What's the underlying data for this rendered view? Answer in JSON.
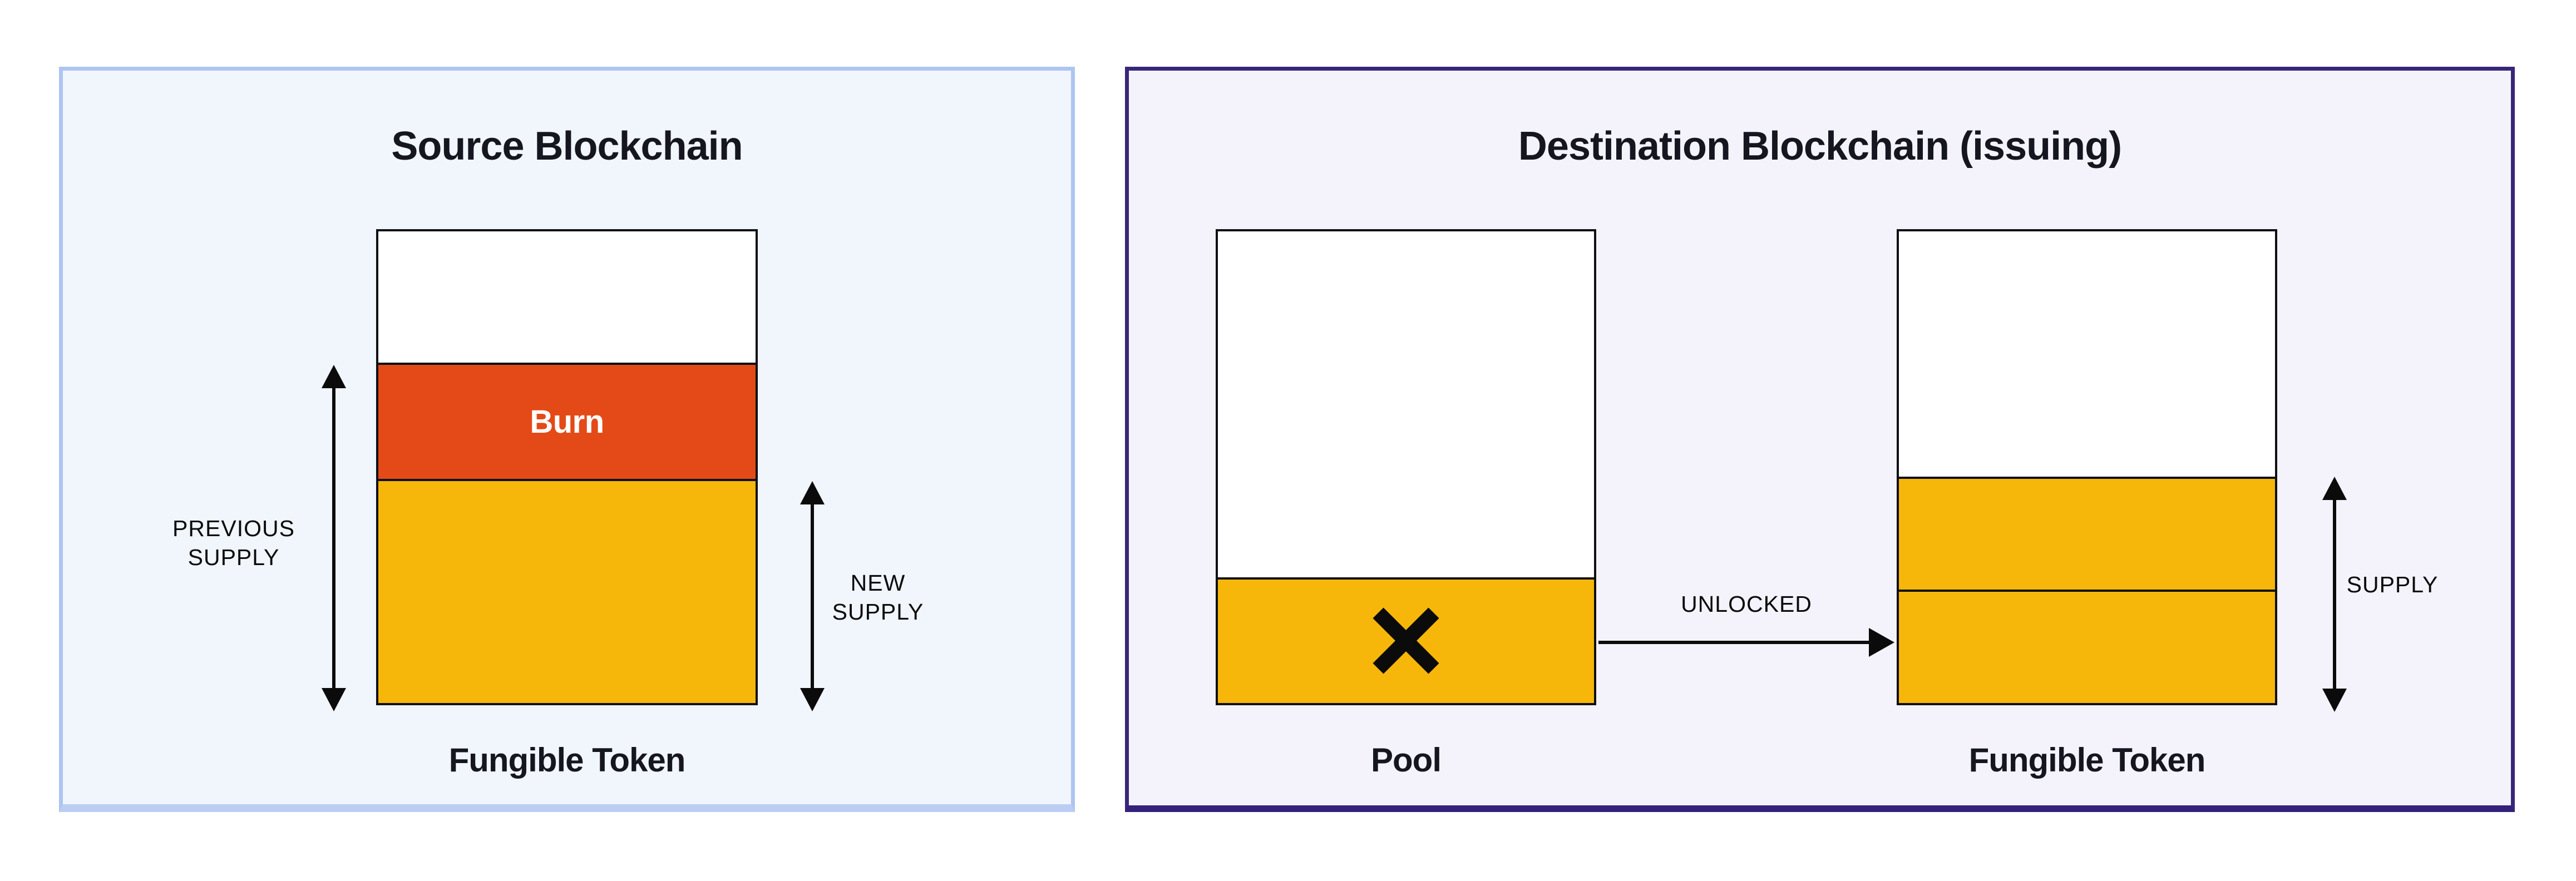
{
  "source_panel": {
    "title": "Source Blockchain",
    "burn_label": "Burn",
    "bar_label": "Fungible Token",
    "previous_supply_label": "PREVIOUS SUPPLY",
    "new_supply_label": "NEW SUPPLY"
  },
  "destination_panel": {
    "title": "Destination Blockchain (issuing)",
    "pool_label": "Pool",
    "bar_label": "Fungible Token",
    "unlocked_label": "UNLOCKED",
    "supply_label": "SUPPLY"
  },
  "colors": {
    "page-bg": "#ffffff",
    "left-panel-bg": "#f1f5fc",
    "left-panel-border": "#aec5f2",
    "left-panel-border-bottom": "#bccdf4",
    "right-panel-bg": "#f4f3fb",
    "right-panel-border": "#392678",
    "right-panel-border-bottom": "#33217a",
    "bar-border": "#0f1014",
    "seg-white": "#ffffff",
    "orange": "#e44a17",
    "yellow": "#f6b70a",
    "ink": "#15161f",
    "note-ink": "#0b0b0b",
    "burn-text": "#ffffff"
  }
}
